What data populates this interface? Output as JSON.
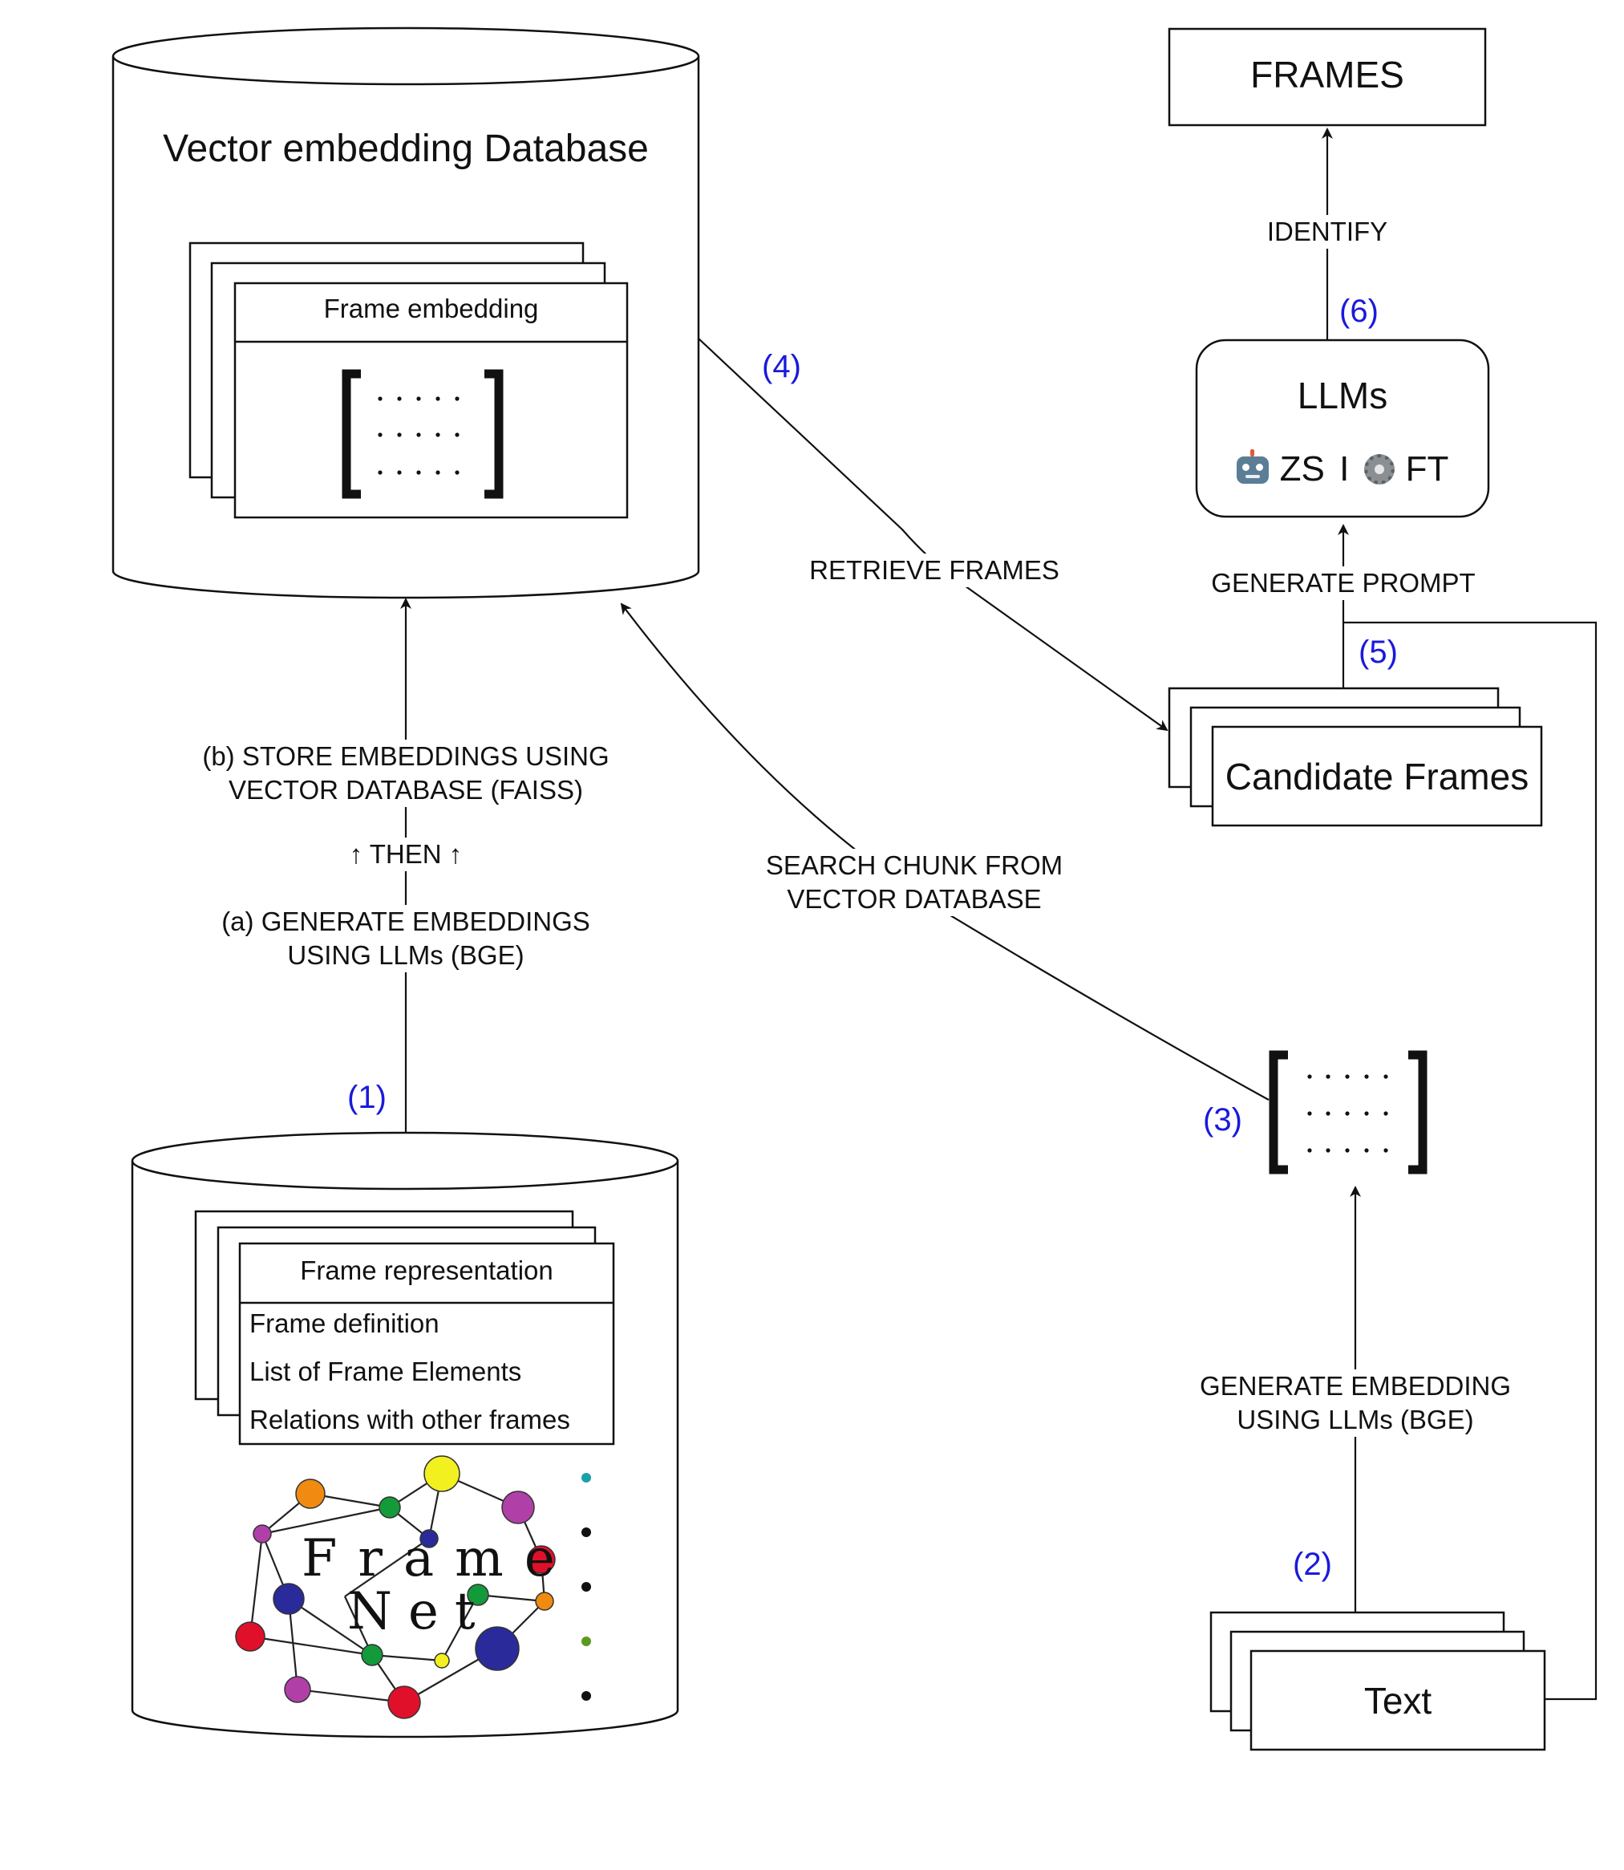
{
  "database": {
    "title": "Vector embedding Database",
    "card_title": "Frame embedding"
  },
  "framenet_db": {
    "card_title": "Frame representation",
    "rows": [
      "Frame definition",
      "List of Frame Elements",
      "Relations with other frames"
    ],
    "logo_word_1": "Frame",
    "logo_word_2": "Net"
  },
  "labels": {
    "store": [
      "(b) STORE EMBEDDINGS USING",
      "VECTOR DATABASE (FAISS)"
    ],
    "then": "↑ THEN ↑",
    "generate_embeddings": [
      "(a) GENERATE EMBEDDINGS",
      "USING LLMs (BGE)"
    ],
    "retrieve": "RETRIEVE FRAMES",
    "search": [
      "SEARCH CHUNK FROM",
      "VECTOR DATABASE"
    ],
    "generate_prompt": "GENERATE PROMPT",
    "identify": "IDENTIFY",
    "generate_embedding": [
      "GENERATE EMBEDDING",
      "USING LLMs (BGE)"
    ]
  },
  "steps": [
    "(1)",
    "(2)",
    "(3)",
    "(4)",
    "(5)",
    "(6)"
  ],
  "frames_box": "FRAMES",
  "llms": {
    "title": "LLMs",
    "zs": "ZS",
    "separator": "I",
    "ft": "FT",
    "zs_icon": "robot-icon",
    "ft_icon": "gear-icon"
  },
  "candidate_frames": "Candidate Frames",
  "text_box": "Text",
  "colors": {
    "line": "#111111",
    "step": "#1a1adb",
    "node_red": "#e0102a",
    "node_blue": "#2a2a9a",
    "node_green": "#139a3a",
    "node_yellow": "#f3f020",
    "node_orange": "#f08a10",
    "node_purple": "#b040a8",
    "dot_teal": "#1aa0a8",
    "dot_olive": "#5a9a20"
  }
}
